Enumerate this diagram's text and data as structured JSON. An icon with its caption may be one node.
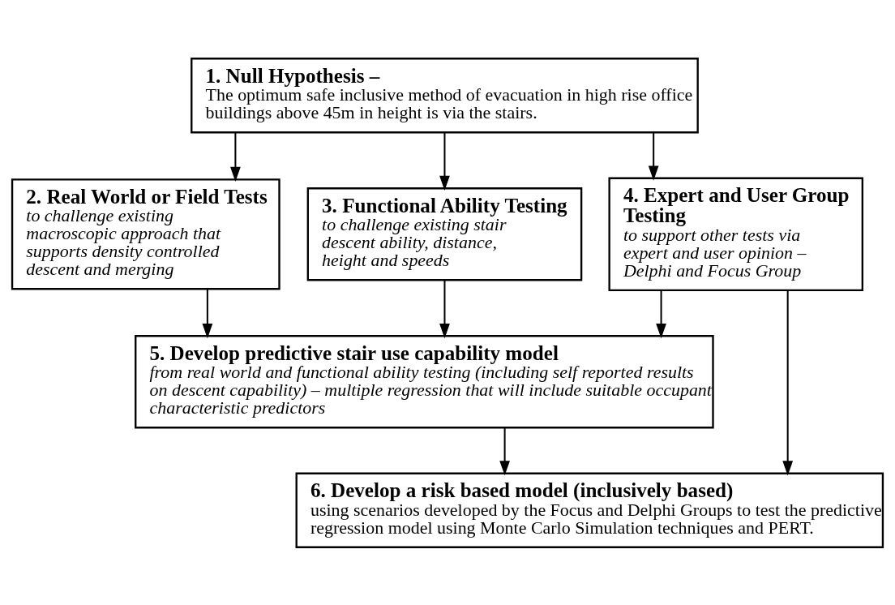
{
  "diagram": {
    "nodes": [
      {
        "text": [
          "1. Null Hypothesis –",
          "The optimum safe inclusive method of evacuation in high rise office buildings above 45m in height is via the stairs."
        ]
      },
      {
        "text": [
          "2. Real World or Field Tests",
          "to challenge existing macroscopic approach that supports density controlled descent and merging"
        ]
      },
      {
        "text": [
          "3. Functional Ability Testing",
          "to challenge existing stair descent ability, distance, height and speeds"
        ]
      },
      {
        "text": [
          "4. Expert and User Group Testing",
          "to support other tests via expert and user opinion – Delphi and Focus Group"
        ]
      },
      {
        "text": [
          "5. Develop predictive stair use capability model",
          "from real world and functional ability testing (including self reported results on descent capability) – multiple regression that will include suitable occupant characteristic predictors"
        ]
      },
      {
        "text": [
          "6. Develop a risk based model (inclusively based)",
          "using scenarios developed by the Focus and Delphi Groups to test the predictive regression model using Monte Carlo Simulation techniques and PERT."
        ]
      }
    ],
    "edges": [
      {
        "from": 0,
        "to": 1,
        "arrow": "to"
      },
      {
        "from": 0,
        "to": 2,
        "arrow": "to"
      },
      {
        "from": 0,
        "to": 3,
        "arrow": "to"
      },
      {
        "from": 1,
        "to": 4,
        "arrow": "to"
      },
      {
        "from": 2,
        "to": 4,
        "arrow": "to"
      },
      {
        "from": 3,
        "to": 4,
        "arrow": "to"
      },
      {
        "from": 3,
        "to": 5,
        "arrow": "to"
      },
      {
        "from": 4,
        "to": 5,
        "arrow": "to"
      }
    ]
  }
}
